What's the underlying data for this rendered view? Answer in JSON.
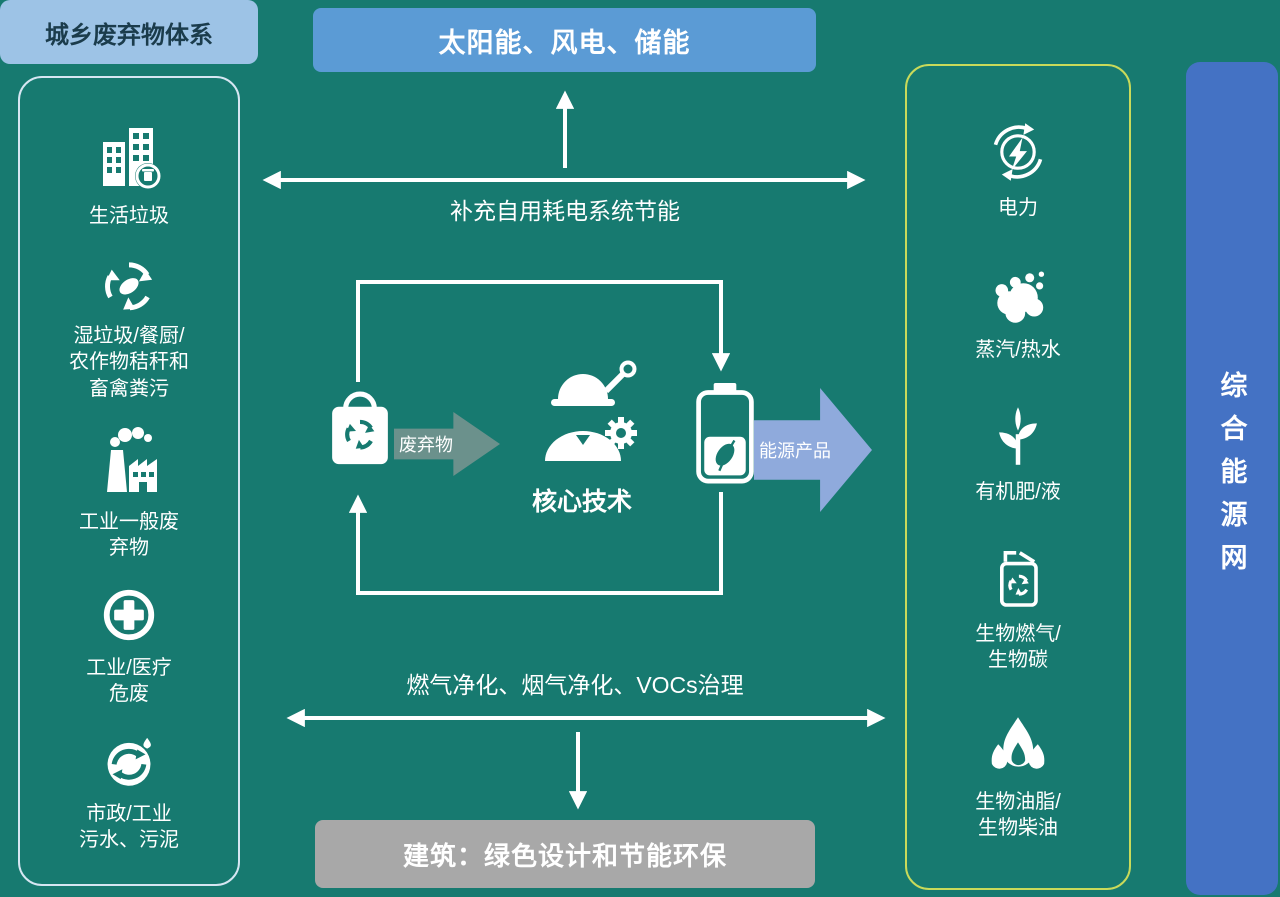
{
  "colors": {
    "bg": "#177a70",
    "headerBlue": "#9dc3e6",
    "headerText": "#1b3c4c",
    "boxBlue": "#5b9bd5",
    "grayBox": "#a8a8a8",
    "barBlue": "#4472c4",
    "panelLeftBorder": "#d6e6f2",
    "panelRightBorder": "#c9da5a",
    "arrowWaste": "#6b918c",
    "arrowEnergy": "#8faadc"
  },
  "left_panel": {
    "title": "城乡废弃物体系",
    "items": [
      {
        "icon": "city-building-icon",
        "label": "生活垃圾"
      },
      {
        "icon": "leaf-recycle-icon",
        "label": "湿垃圾/餐厨/\n农作物秸秆和\n畜禽粪污"
      },
      {
        "icon": "factory-icon",
        "label": "工业一般废\n弃物"
      },
      {
        "icon": "medical-cross-icon",
        "label": "工业/医疗\n危废"
      },
      {
        "icon": "water-recycle-icon",
        "label": "市政/工业\n污水、污泥"
      }
    ]
  },
  "top_box": {
    "label": "太阳能、风电、储能"
  },
  "bottom_box": {
    "label": "建筑：绿色设计和节能环保"
  },
  "center": {
    "top_arrow_label": "补充自用耗电系统节能",
    "waste_label": "废弃物",
    "core_label": "核心技术",
    "energy_label": "能源产品",
    "bottom_arrow_label": "燃气净化、烟气净化、VOCs治理"
  },
  "right_panel": {
    "items": [
      {
        "icon": "power-icon",
        "label": "电力"
      },
      {
        "icon": "steam-icon",
        "label": "蒸汽/热水"
      },
      {
        "icon": "plant-icon",
        "label": "有机肥/液"
      },
      {
        "icon": "biogas-icon",
        "label": "生物燃气/\n生物碳"
      },
      {
        "icon": "flame-icon",
        "label": "生物油脂/\n生物柴油"
      }
    ]
  },
  "right_bar": {
    "label": "综合能源网"
  }
}
